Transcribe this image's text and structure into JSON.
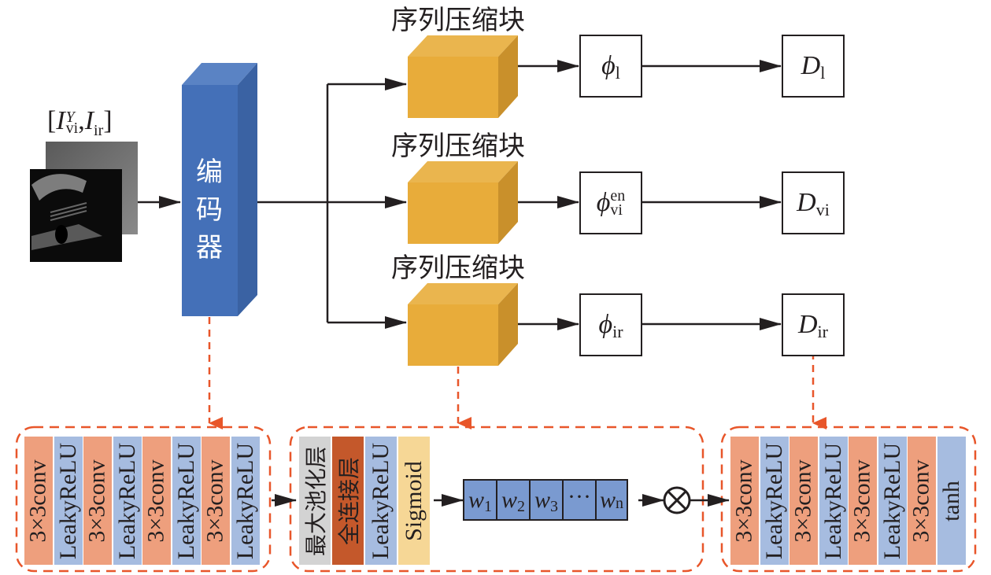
{
  "input": {
    "label_main": "I",
    "label_vi_sup": "Y",
    "label_vi_sub": "vi",
    "label_ir_main": "I",
    "label_ir_sub": "ir",
    "bracket_open": "[",
    "bracket_close": "]",
    "comma": ","
  },
  "encoder": {
    "chars": [
      "编",
      "码",
      "器"
    ],
    "color": "#4470b8"
  },
  "squeeze_blocks": [
    {
      "title": "序列压缩块"
    },
    {
      "title": "序列压缩块"
    },
    {
      "title": "序列压缩块"
    }
  ],
  "phi_boxes": [
    {
      "symbol": "ϕ",
      "sub": "l",
      "sup": ""
    },
    {
      "symbol": "ϕ",
      "sub": "vi",
      "sup": "en"
    },
    {
      "symbol": "ϕ",
      "sub": "ir",
      "sup": ""
    }
  ],
  "d_boxes": [
    {
      "symbol": "D",
      "sub": "l"
    },
    {
      "symbol": "D",
      "sub": "vi"
    },
    {
      "symbol": "D",
      "sub": "ir"
    }
  ],
  "encoder_detail": {
    "layers": [
      "3×3conv",
      "LeakyReLU",
      "3×3conv",
      "LeakyReLU",
      "3×3conv",
      "LeakyReLU",
      "3×3conv",
      "LeakyReLU"
    ]
  },
  "squeeze_detail": {
    "layers": [
      "最大池化层",
      "全连接层",
      "LeakyReLU",
      "Sigmoid"
    ],
    "weights": [
      {
        "symbol": "w",
        "sub": "1"
      },
      {
        "symbol": "w",
        "sub": "2"
      },
      {
        "symbol": "w",
        "sub": "3"
      },
      {
        "symbol": "···",
        "sub": ""
      },
      {
        "symbol": "w",
        "sub": "n"
      }
    ],
    "multiply_symbol": "⊗"
  },
  "decoder_detail": {
    "layers": [
      "3×3conv",
      "LeakyReLU",
      "3×3conv",
      "LeakyReLU",
      "3×3conv",
      "LeakyReLU",
      "3×3conv",
      "tanh"
    ]
  },
  "colors": {
    "dashed_border": "#e8562a",
    "encoder_blue": "#4470b8",
    "block_yellow": "#e8ac3a",
    "conv": "#ee9f7d",
    "relu": "#a6bce0",
    "pool": "#d3d3d3",
    "fc": "#c4582b",
    "sigmoid": "#f6d796",
    "weight": "#7a9ad0"
  }
}
